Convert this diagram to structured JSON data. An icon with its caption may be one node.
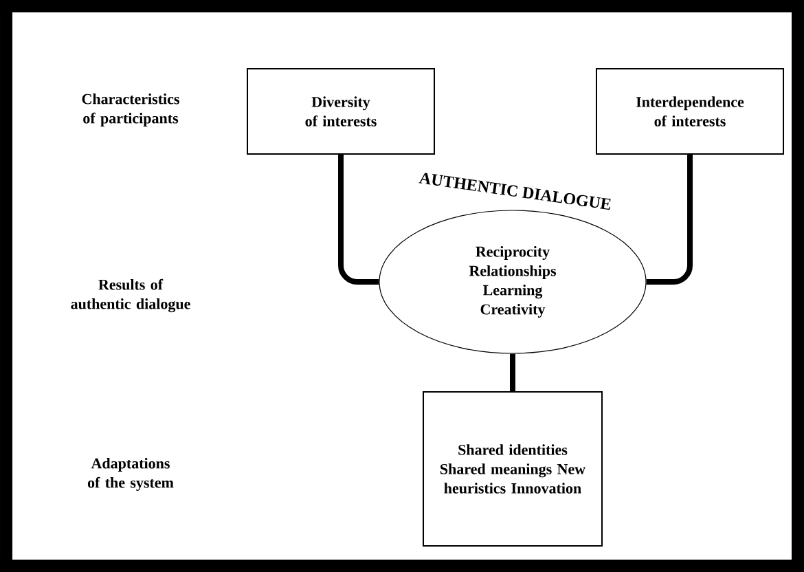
{
  "diagram": {
    "nodes": [
      {
        "text": [
          "Diversity of interests"
        ]
      },
      {
        "text": [
          "Interdependence of interests"
        ]
      },
      {
        "text": [
          "AUTHENTIC DIALOGUE",
          "Reciprocity Relationships Learning Creativity"
        ]
      },
      {
        "text": [
          "Shared identities Shared meanings New heuristics Innovation"
        ]
      }
    ],
    "edges": [
      {
        "from": 0,
        "to": 2,
        "arrow": "none"
      },
      {
        "from": 1,
        "to": 2,
        "arrow": "none"
      },
      {
        "from": 2,
        "to": 3,
        "arrow": "none"
      }
    ],
    "labels": [
      "Characteristics of participants",
      "Results of authentic dialogue",
      "Adaptations of the system"
    ]
  }
}
